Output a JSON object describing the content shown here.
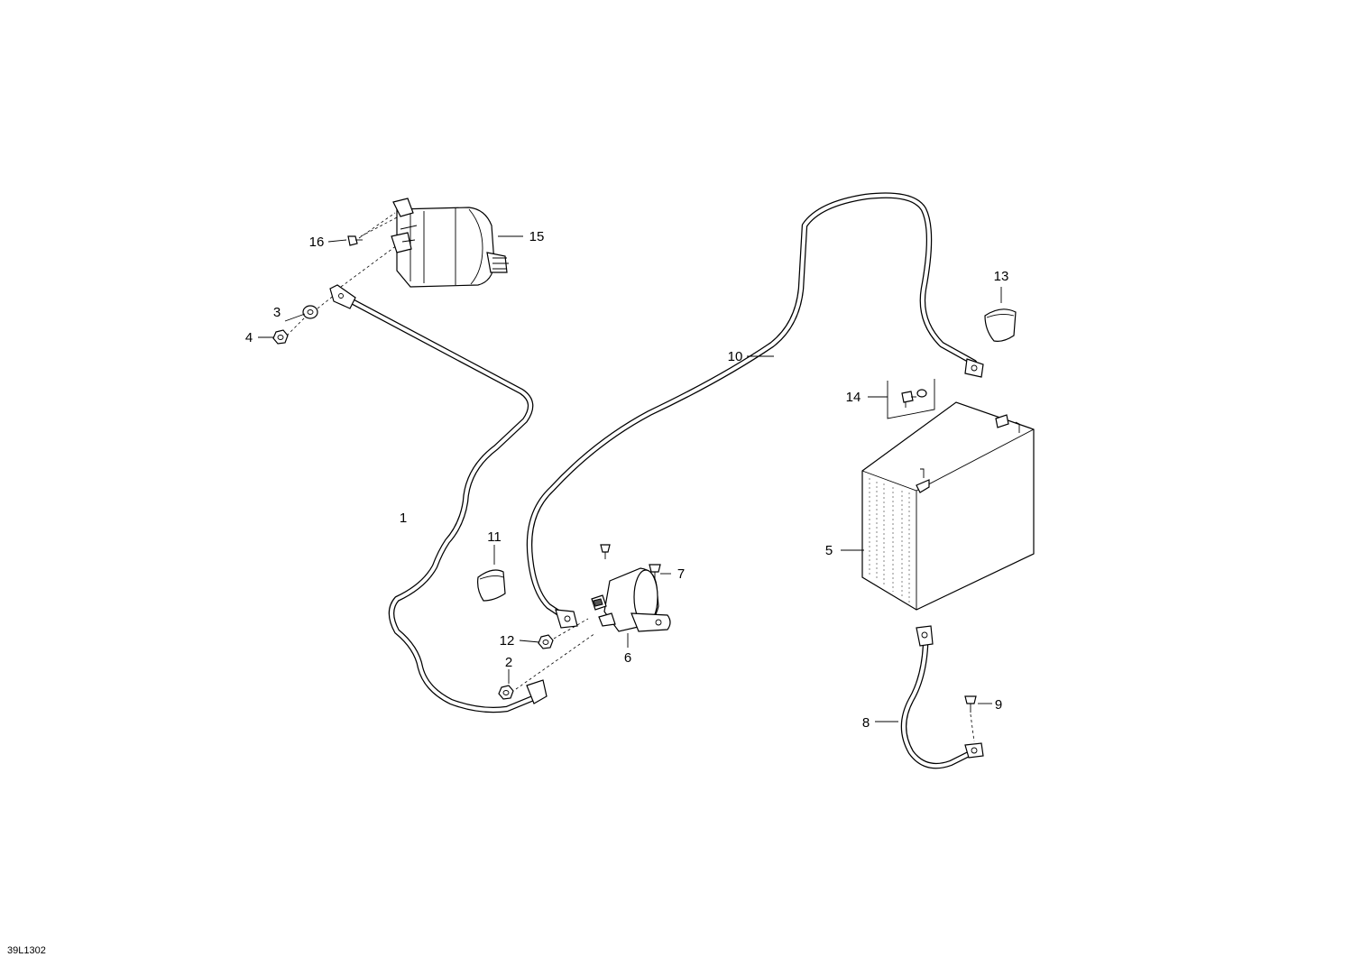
{
  "figure_id": "39L1302",
  "callouts": [
    "1",
    "2",
    "3",
    "4",
    "5",
    "6",
    "7",
    "8",
    "9",
    "10",
    "11",
    "12",
    "13",
    "14",
    "15",
    "16"
  ]
}
